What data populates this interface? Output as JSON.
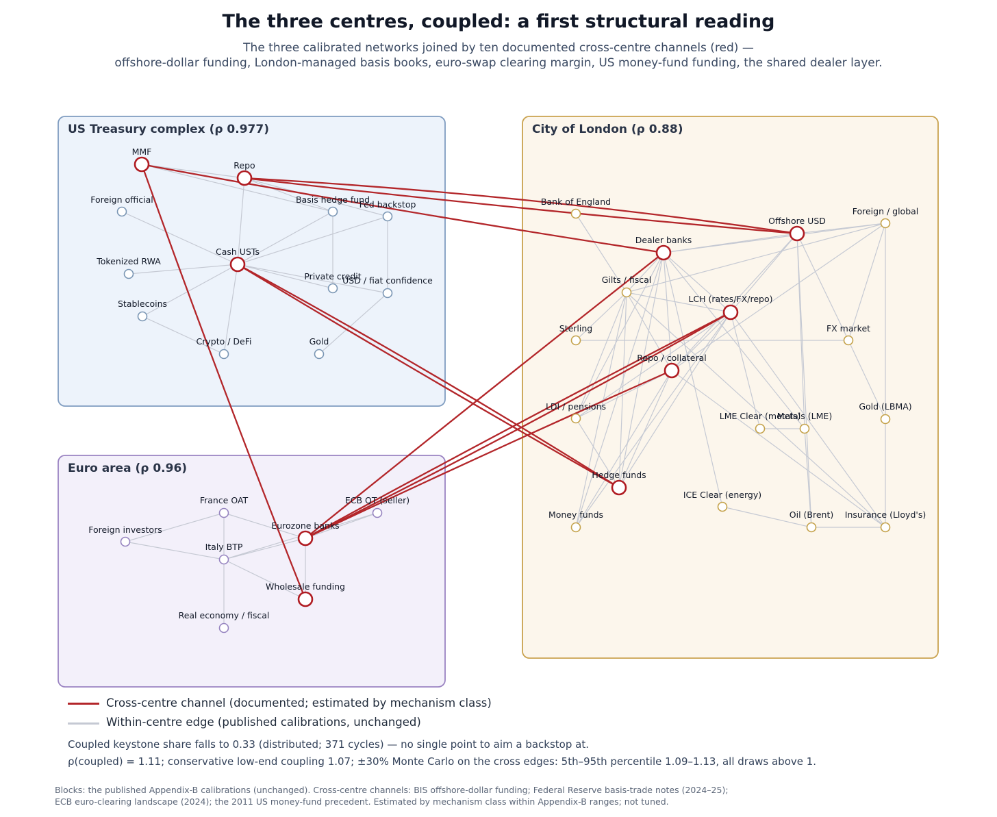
{
  "header": {
    "title": "The three centres, coupled: a first structural reading",
    "subtitle_line1": "The three calibrated networks joined by ten documented cross-centre channels (red) —",
    "subtitle_line2": "offshore-dollar funding, London-managed basis books, euro-swap clearing margin, US money-fund funding, the shared dealer layer."
  },
  "colors": {
    "cross_edge": "#b3262a",
    "within_edge": "#c5c9d3",
    "us_fill": "#edf3fb",
    "us_border": "#7f9cc0",
    "us_node": "#7a96b4",
    "eu_fill": "#f3f0fa",
    "eu_border": "#9a83c2",
    "eu_node": "#9684c0",
    "uk_fill": "#fcf6ec",
    "uk_border": "#c9a24e",
    "uk_node": "#c4a24a",
    "keystone": "#b01c22"
  },
  "boxes": [
    {
      "id": "us",
      "title": "US Treasury complex (ρ 0.977)"
    },
    {
      "id": "uk",
      "title": "City of London (ρ 0.88)"
    },
    {
      "id": "eu",
      "title": "Euro area (ρ 0.96)"
    }
  ],
  "nodes": [
    {
      "id": "mmf",
      "label": "MMF",
      "centre": "us",
      "keystone": true
    },
    {
      "id": "repo_us",
      "label": "Repo",
      "centre": "us",
      "keystone": true
    },
    {
      "id": "foreign_official",
      "label": "Foreign official",
      "centre": "us",
      "keystone": false
    },
    {
      "id": "basis",
      "label": "Basis hedge fund",
      "centre": "us",
      "keystone": false
    },
    {
      "id": "fed_backstop",
      "label": "Fed backstop",
      "centre": "us",
      "keystone": false
    },
    {
      "id": "cash_usts",
      "label": "Cash USTs",
      "centre": "us",
      "keystone": true
    },
    {
      "id": "tokenized",
      "label": "Tokenized RWA",
      "centre": "us",
      "keystone": false
    },
    {
      "id": "private_credit",
      "label": "Private credit",
      "centre": "us",
      "keystone": false
    },
    {
      "id": "usd_conf",
      "label": "USD / fiat confidence",
      "centre": "us",
      "keystone": false
    },
    {
      "id": "stablecoins",
      "label": "Stablecoins",
      "centre": "us",
      "keystone": false
    },
    {
      "id": "crypto",
      "label": "Crypto / DeFi",
      "centre": "us",
      "keystone": false
    },
    {
      "id": "gold_us",
      "label": "Gold",
      "centre": "us",
      "keystone": false
    },
    {
      "id": "boe",
      "label": "Bank of England",
      "centre": "uk",
      "keystone": false
    },
    {
      "id": "offshore_usd",
      "label": "Offshore USD",
      "centre": "uk",
      "keystone": true
    },
    {
      "id": "foreign_global",
      "label": "Foreign / global",
      "centre": "uk",
      "keystone": false
    },
    {
      "id": "dealer_banks",
      "label": "Dealer banks",
      "centre": "uk",
      "keystone": true
    },
    {
      "id": "gilts",
      "label": "Gilts / fiscal",
      "centre": "uk",
      "keystone": false
    },
    {
      "id": "lch",
      "label": "LCH (rates/FX/repo)",
      "centre": "uk",
      "keystone": true
    },
    {
      "id": "sterling",
      "label": "Sterling",
      "centre": "uk",
      "keystone": false
    },
    {
      "id": "fx_market",
      "label": "FX market",
      "centre": "uk",
      "keystone": false
    },
    {
      "id": "repo_coll",
      "label": "Repo / collateral",
      "centre": "uk",
      "keystone": true
    },
    {
      "id": "ldi",
      "label": "LDI / pensions",
      "centre": "uk",
      "keystone": false
    },
    {
      "id": "lme_clear",
      "label": "LME Clear (metals)",
      "centre": "uk",
      "keystone": false
    },
    {
      "id": "metals",
      "label": "Metals (LME)",
      "centre": "uk",
      "keystone": false
    },
    {
      "id": "gold_lbma",
      "label": "Gold (LBMA)",
      "centre": "uk",
      "keystone": false
    },
    {
      "id": "hedge_funds",
      "label": "Hedge funds",
      "centre": "uk",
      "keystone": true
    },
    {
      "id": "ice_clear",
      "label": "ICE Clear (energy)",
      "centre": "uk",
      "keystone": false
    },
    {
      "id": "money_funds",
      "label": "Money funds",
      "centre": "uk",
      "keystone": false
    },
    {
      "id": "oil",
      "label": "Oil (Brent)",
      "centre": "uk",
      "keystone": false
    },
    {
      "id": "insurance",
      "label": "Insurance (Lloyd's)",
      "centre": "uk",
      "keystone": false
    },
    {
      "id": "france_oat",
      "label": "France OAT",
      "centre": "eu",
      "keystone": false
    },
    {
      "id": "ecb_qt",
      "label": "ECB QT (seller)",
      "centre": "eu",
      "keystone": false
    },
    {
      "id": "foreign_inv",
      "label": "Foreign investors",
      "centre": "eu",
      "keystone": false
    },
    {
      "id": "eurozone_banks",
      "label": "Eurozone banks",
      "centre": "eu",
      "keystone": true
    },
    {
      "id": "italy_btp",
      "label": "Italy BTP",
      "centre": "eu",
      "keystone": false
    },
    {
      "id": "wholesale",
      "label": "Wholesale funding",
      "centre": "eu",
      "keystone": true
    },
    {
      "id": "real_economy",
      "label": "Real economy / fiscal",
      "centre": "eu",
      "keystone": false
    }
  ],
  "within_edges": [
    [
      "mmf",
      "repo_us"
    ],
    [
      "mmf",
      "basis"
    ],
    [
      "repo_us",
      "basis"
    ],
    [
      "repo_us",
      "cash_usts"
    ],
    [
      "repo_us",
      "fed_backstop"
    ],
    [
      "foreign_official",
      "cash_usts"
    ],
    [
      "basis",
      "cash_usts"
    ],
    [
      "basis",
      "private_credit"
    ],
    [
      "fed_backstop",
      "cash_usts"
    ],
    [
      "fed_backstop",
      "usd_conf"
    ],
    [
      "cash_usts",
      "tokenized"
    ],
    [
      "cash_usts",
      "private_credit"
    ],
    [
      "cash_usts",
      "usd_conf"
    ],
    [
      "cash_usts",
      "stablecoins"
    ],
    [
      "cash_usts",
      "crypto"
    ],
    [
      "stablecoins",
      "crypto"
    ],
    [
      "usd_conf",
      "gold_us"
    ],
    [
      "boe",
      "gilts"
    ],
    [
      "offshore_usd",
      "dealer_banks"
    ],
    [
      "offshore_usd",
      "foreign_global"
    ],
    [
      "offshore_usd",
      "lch"
    ],
    [
      "offshore_usd",
      "metals"
    ],
    [
      "offshore_usd",
      "oil"
    ],
    [
      "offshore_usd",
      "fx_market"
    ],
    [
      "offshore_usd",
      "repo_coll"
    ],
    [
      "foreign_global",
      "dealer_banks"
    ],
    [
      "foreign_global",
      "gilts"
    ],
    [
      "foreign_global",
      "fx_market"
    ],
    [
      "foreign_global",
      "gold_lbma"
    ],
    [
      "foreign_global",
      "repo_coll"
    ],
    [
      "dealer_banks",
      "gilts"
    ],
    [
      "dealer_banks",
      "lch"
    ],
    [
      "dealer_banks",
      "repo_coll"
    ],
    [
      "dealer_banks",
      "hedge_funds"
    ],
    [
      "dealer_banks",
      "ldi"
    ],
    [
      "dealer_banks",
      "ice_clear"
    ],
    [
      "dealer_banks",
      "metals"
    ],
    [
      "dealer_banks",
      "money_funds"
    ],
    [
      "gilts",
      "lch"
    ],
    [
      "gilts",
      "ldi"
    ],
    [
      "gilts",
      "hedge_funds"
    ],
    [
      "gilts",
      "money_funds"
    ],
    [
      "gilts",
      "sterling"
    ],
    [
      "gilts",
      "repo_coll"
    ],
    [
      "gilts",
      "insurance"
    ],
    [
      "lch",
      "repo_coll"
    ],
    [
      "lch",
      "hedge_funds"
    ],
    [
      "lch",
      "ldi"
    ],
    [
      "lch",
      "money_funds"
    ],
    [
      "lch",
      "lme_clear"
    ],
    [
      "lch",
      "insurance"
    ],
    [
      "sterling",
      "fx_market"
    ],
    [
      "fx_market",
      "gold_lbma"
    ],
    [
      "repo_coll",
      "ldi"
    ],
    [
      "repo_coll",
      "hedge_funds"
    ],
    [
      "repo_coll",
      "money_funds"
    ],
    [
      "repo_coll",
      "insurance"
    ],
    [
      "lme_clear",
      "metals"
    ],
    [
      "metals",
      "oil"
    ],
    [
      "gold_lbma",
      "insurance"
    ],
    [
      "ice_clear",
      "oil"
    ],
    [
      "oil",
      "insurance"
    ],
    [
      "hedge_funds",
      "ldi"
    ],
    [
      "france_oat",
      "eurozone_banks"
    ],
    [
      "france_oat",
      "italy_btp"
    ],
    [
      "france_oat",
      "foreign_inv"
    ],
    [
      "ecb_qt",
      "italy_btp"
    ],
    [
      "ecb_qt",
      "eurozone_banks"
    ],
    [
      "foreign_inv",
      "italy_btp"
    ],
    [
      "eurozone_banks",
      "italy_btp"
    ],
    [
      "eurozone_banks",
      "wholesale"
    ],
    [
      "italy_btp",
      "real_economy"
    ],
    [
      "italy_btp",
      "wholesale"
    ]
  ],
  "cross_edges": [
    [
      "mmf",
      "wholesale"
    ],
    [
      "mmf",
      "dealer_banks"
    ],
    [
      "repo_us",
      "offshore_usd"
    ],
    [
      "repo_us",
      "offshore_usd"
    ],
    [
      "cash_usts",
      "hedge_funds"
    ],
    [
      "cash_usts",
      "hedge_funds"
    ],
    [
      "dealer_banks",
      "eurozone_banks"
    ],
    [
      "lch",
      "eurozone_banks"
    ],
    [
      "repo_coll",
      "eurozone_banks"
    ],
    [
      "lch",
      "eurozone_banks"
    ]
  ],
  "legend": {
    "cross_label": "Cross-centre channel (documented; estimated by mechanism class)",
    "within_label": "Within-centre edge (published calibrations, unchanged)"
  },
  "notes": {
    "line1": "Coupled keystone share falls to 0.33 (distributed; 371 cycles) — no single point to aim a backstop at.",
    "line2": "ρ(coupled) = 1.11; conservative low-end coupling 1.07; ±30% Monte Carlo on the cross edges: 5th–95th percentile 1.09–1.13, all draws above 1."
  },
  "source": {
    "line1": "Blocks: the published Appendix-B calibrations (unchanged). Cross-centre channels: BIS offshore-dollar funding; Federal Reserve basis-trade notes (2024–25);",
    "line2": "ECB euro-clearing landscape (2024); the 2011 US money-fund precedent. Estimated by mechanism class within Appendix-B ranges; not tuned."
  }
}
